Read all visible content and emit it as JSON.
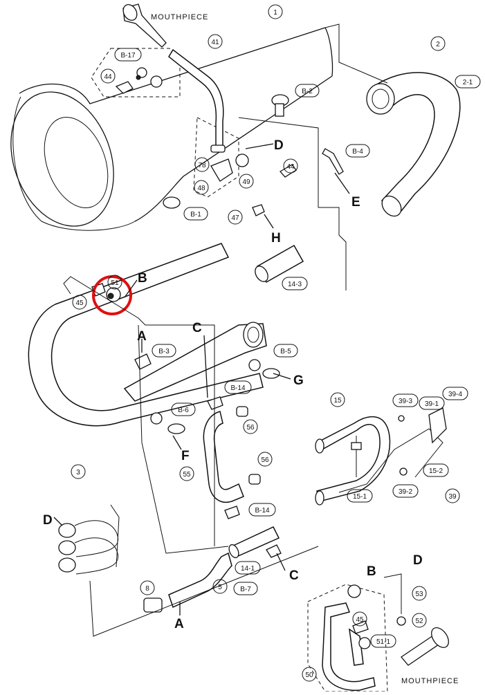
{
  "labels": {
    "mouthpiece_top": "MOUTHPIECE",
    "mouthpiece_bottom": "MOUTHPIECE",
    "n1": "1",
    "n2": "2",
    "n2_1": "2-1",
    "n3": "3",
    "n5": "5",
    "n8": "8",
    "n14_1": "14-1",
    "n14_3": "14-3",
    "n15": "15",
    "n15_1": "15-1",
    "n15_2": "15-2",
    "n39": "39",
    "n39_1": "39-1",
    "n39_2": "39-2",
    "n39_3": "39-3",
    "n39_4": "39-4",
    "n41": "41",
    "n44a": "44",
    "n44b": "44",
    "n45a": "45",
    "n45b": "45",
    "n47": "47",
    "n48": "48",
    "n49": "49",
    "n50": "50",
    "n51": "51",
    "n51_1": "51-1",
    "n52": "52",
    "n53": "53",
    "n55": "55",
    "n56a": "56",
    "n56b": "56",
    "n78": "78",
    "b1": "B-1",
    "b2": "B-2",
    "b3": "B-3",
    "b4": "B-4",
    "b5": "B-5",
    "b6": "B-6",
    "b7": "B-7",
    "b14a": "B-14",
    "b14b": "B-14",
    "b17": "B-17"
  },
  "connectors": {
    "A_top": "A",
    "A_bottom": "A",
    "B_main": "B",
    "B_inset": "B",
    "C_top": "C",
    "C_bottom": "C",
    "D_top": "D",
    "D_left": "D",
    "D_inset": "D",
    "E": "E",
    "F": "F",
    "G": "G",
    "H": "H"
  },
  "highlight": {
    "color": "#e01010",
    "target": "51"
  }
}
